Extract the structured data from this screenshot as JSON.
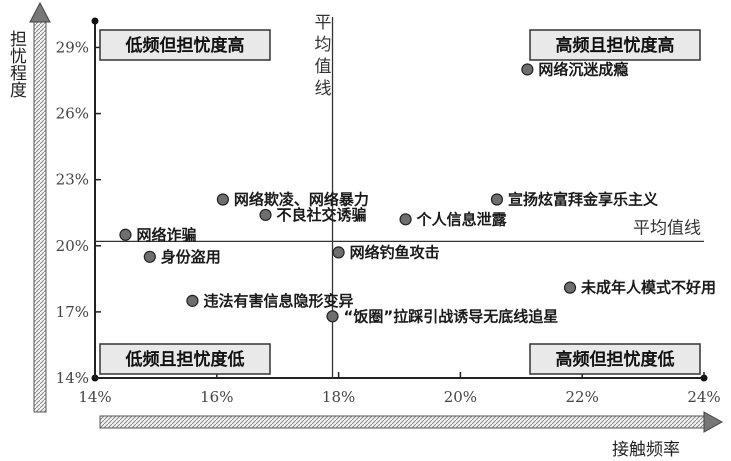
{
  "chart_data": {
    "type": "scatter",
    "xlabel": "接触频率",
    "ylabel": "担忧程度",
    "xlim": [
      14,
      24
    ],
    "ylim": [
      14,
      30.2
    ],
    "x_ticks": [
      14,
      16,
      18,
      20,
      22,
      24
    ],
    "y_ticks": [
      14,
      17,
      20,
      23,
      26,
      29
    ],
    "tick_suffix": "%",
    "x_average": 17.9,
    "y_average": 20.2,
    "average_line_label": "平均值线",
    "quadrants": {
      "top_left": "低频但担忧度高",
      "top_right": "高频且担忧度高",
      "bottom_left": "低频且担忧度低",
      "bottom_right": "高频但担忧度低"
    },
    "points": [
      {
        "label": "网络沉迷成瘾",
        "x": 21.1,
        "y": 28.0
      },
      {
        "label": "网络欺凌、网络暴力",
        "x": 16.1,
        "y": 22.1
      },
      {
        "label": "宣扬炫富拜金享乐主义",
        "x": 20.6,
        "y": 22.1
      },
      {
        "label": "不良社交诱骗",
        "x": 16.8,
        "y": 21.4
      },
      {
        "label": "个人信息泄露",
        "x": 19.1,
        "y": 21.2
      },
      {
        "label": "网络诈骗",
        "x": 14.5,
        "y": 20.5
      },
      {
        "label": "网络钓鱼攻击",
        "x": 18.0,
        "y": 19.7
      },
      {
        "label": "身份盗用",
        "x": 14.9,
        "y": 19.5
      },
      {
        "label": "未成年人模式不好用",
        "x": 21.8,
        "y": 18.1
      },
      {
        "label": "违法有害信息隐形变异",
        "x": 15.6,
        "y": 17.5
      },
      {
        "label": "“饭圈”拉踩引战诱导无底线追星",
        "x": 17.9,
        "y": 16.8
      }
    ]
  }
}
